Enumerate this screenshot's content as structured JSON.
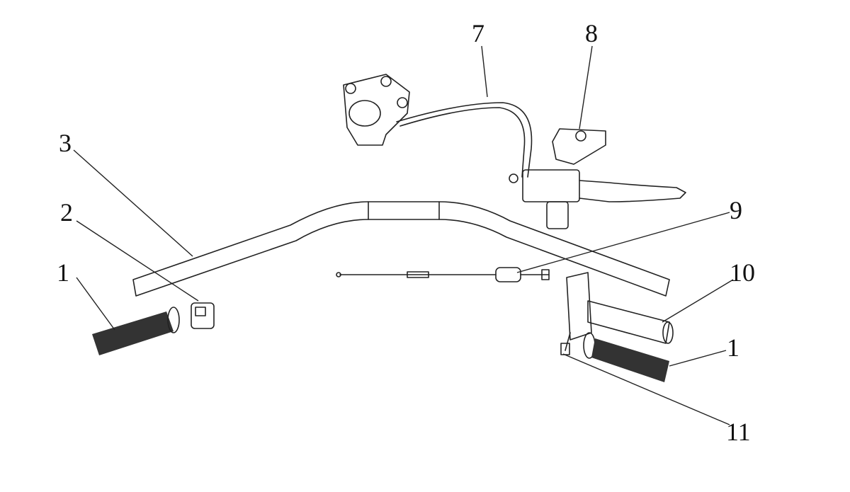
{
  "diagram": {
    "title": "Handlebar assembly exploded view",
    "callouts": [
      {
        "id": "grip-left",
        "label": "1"
      },
      {
        "id": "switch-left",
        "label": "2"
      },
      {
        "id": "handlebar",
        "label": "3"
      },
      {
        "id": "brake-hose",
        "label": "7"
      },
      {
        "id": "clamp",
        "label": "8"
      },
      {
        "id": "throttle-cable",
        "label": "9"
      },
      {
        "id": "throttle-tube",
        "label": "10"
      },
      {
        "id": "grip-right",
        "label": "1"
      },
      {
        "id": "throttle-switch",
        "label": "11"
      }
    ],
    "colors": {
      "line": "#222222",
      "background": "#ffffff"
    }
  }
}
